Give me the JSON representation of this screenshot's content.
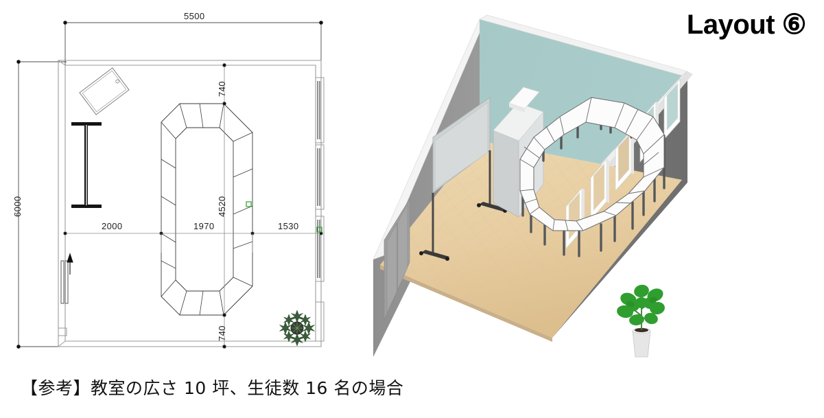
{
  "title": "Layout ⑥",
  "caption": "【参考】教室の広さ 10 坪、生徒数 16 名の場合",
  "floor_plan": {
    "name": "classroom-floor-plan",
    "dimensions": {
      "overall_width": "5500",
      "overall_height": "6000",
      "top_gap": "740",
      "bottom_gap": "740",
      "left_clearance": "2000",
      "table_width": "1970",
      "right_clearance": "1530",
      "table_length": "4520"
    },
    "items": [
      {
        "name": "storage-cabinet",
        "label": ""
      },
      {
        "name": "mobile-whiteboard",
        "label": ""
      },
      {
        "name": "sliding-door",
        "label": ""
      },
      {
        "name": "potted-plant",
        "label": ""
      },
      {
        "name": "trapezoid-table-ring",
        "label": ""
      },
      {
        "name": "window-wall",
        "label": ""
      }
    ]
  },
  "perspective": {
    "name": "classroom-3d-perspective",
    "elements": [
      {
        "name": "accent-wall",
        "color": "#a9cbc9"
      },
      {
        "name": "side-wall",
        "color": "#8d8d8d"
      },
      {
        "name": "window-wall",
        "color": "#737373"
      },
      {
        "name": "wood-floor",
        "color": "#e8cfa4"
      },
      {
        "name": "tables",
        "color": "#fdfdfd"
      },
      {
        "name": "cabinet",
        "color": "#d9dcdd"
      },
      {
        "name": "whiteboard",
        "color": "#cfd3d4"
      },
      {
        "name": "plant",
        "color": "#2f9e2f"
      },
      {
        "name": "ceiling-trim",
        "color": "#f2f2f2"
      }
    ],
    "window_count": 5
  },
  "colors": {
    "line": "#2b2b2b",
    "thin_line": "#8a8a8a",
    "green_marker": "#2ca02c",
    "teal_wall": "#a9cbc9",
    "wood_floor": "#e8cfa4",
    "dark_wall": "#767676"
  }
}
